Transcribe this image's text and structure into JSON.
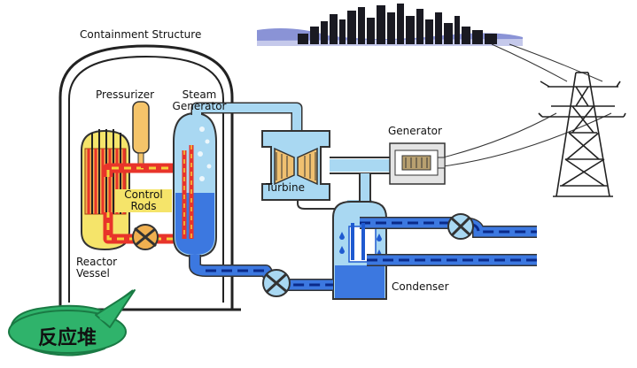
{
  "labels": {
    "containment": "Containment Structure",
    "pressurizer": "Pressurizer",
    "steam_generator": "Steam\nGenerator",
    "control_rods": "Control\nRods",
    "reactor_vessel": "Reactor\nVessel",
    "turbine": "Turbine",
    "generator": "Generator",
    "condenser": "Condenser",
    "callout": "反应堆"
  },
  "colors": {
    "hot_loop": "#e8342a",
    "hot_dash": "#f4d23a",
    "cold_loop": "#1f5ad0",
    "cold_dash": "#0a2a8a",
    "steam": "#a9d8f2",
    "water": "#3c78e0",
    "callout": "#2fb36b",
    "city": "#1a1a22",
    "sky": "#8a93d6"
  }
}
